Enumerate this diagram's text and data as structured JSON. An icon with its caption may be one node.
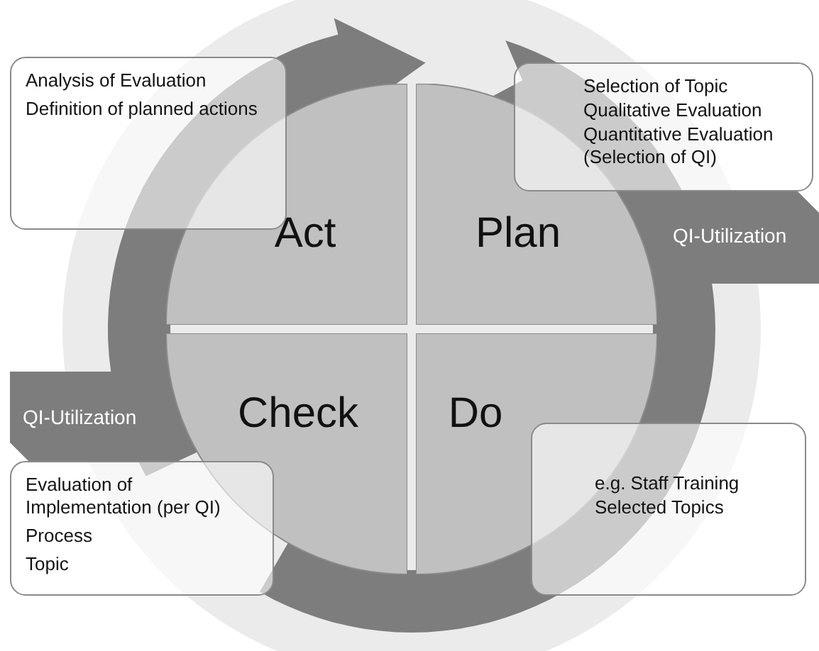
{
  "diagram": {
    "nodes": [
      {
        "text": [
          "Analysis of Evaluation",
          "Definition of planned actions"
        ]
      },
      {
        "text": [
          "Selection of Topic",
          "Qualitative Evaluation",
          "Quantitative Evaluation (Selection of QI)"
        ]
      },
      {
        "text": [
          "Act"
        ]
      },
      {
        "text": [
          "Plan"
        ]
      },
      {
        "text": [
          "QI-Utilization"
        ]
      },
      {
        "text": [
          "QI-Utilization"
        ]
      },
      {
        "text": [
          "Check"
        ]
      },
      {
        "text": [
          "Do"
        ]
      },
      {
        "text": [
          "Evaluation of Implementation (per QI)",
          "Process",
          "Topic"
        ]
      },
      {
        "text": [
          "e.g. Staff Training",
          "Selected Topics"
        ]
      }
    ]
  }
}
